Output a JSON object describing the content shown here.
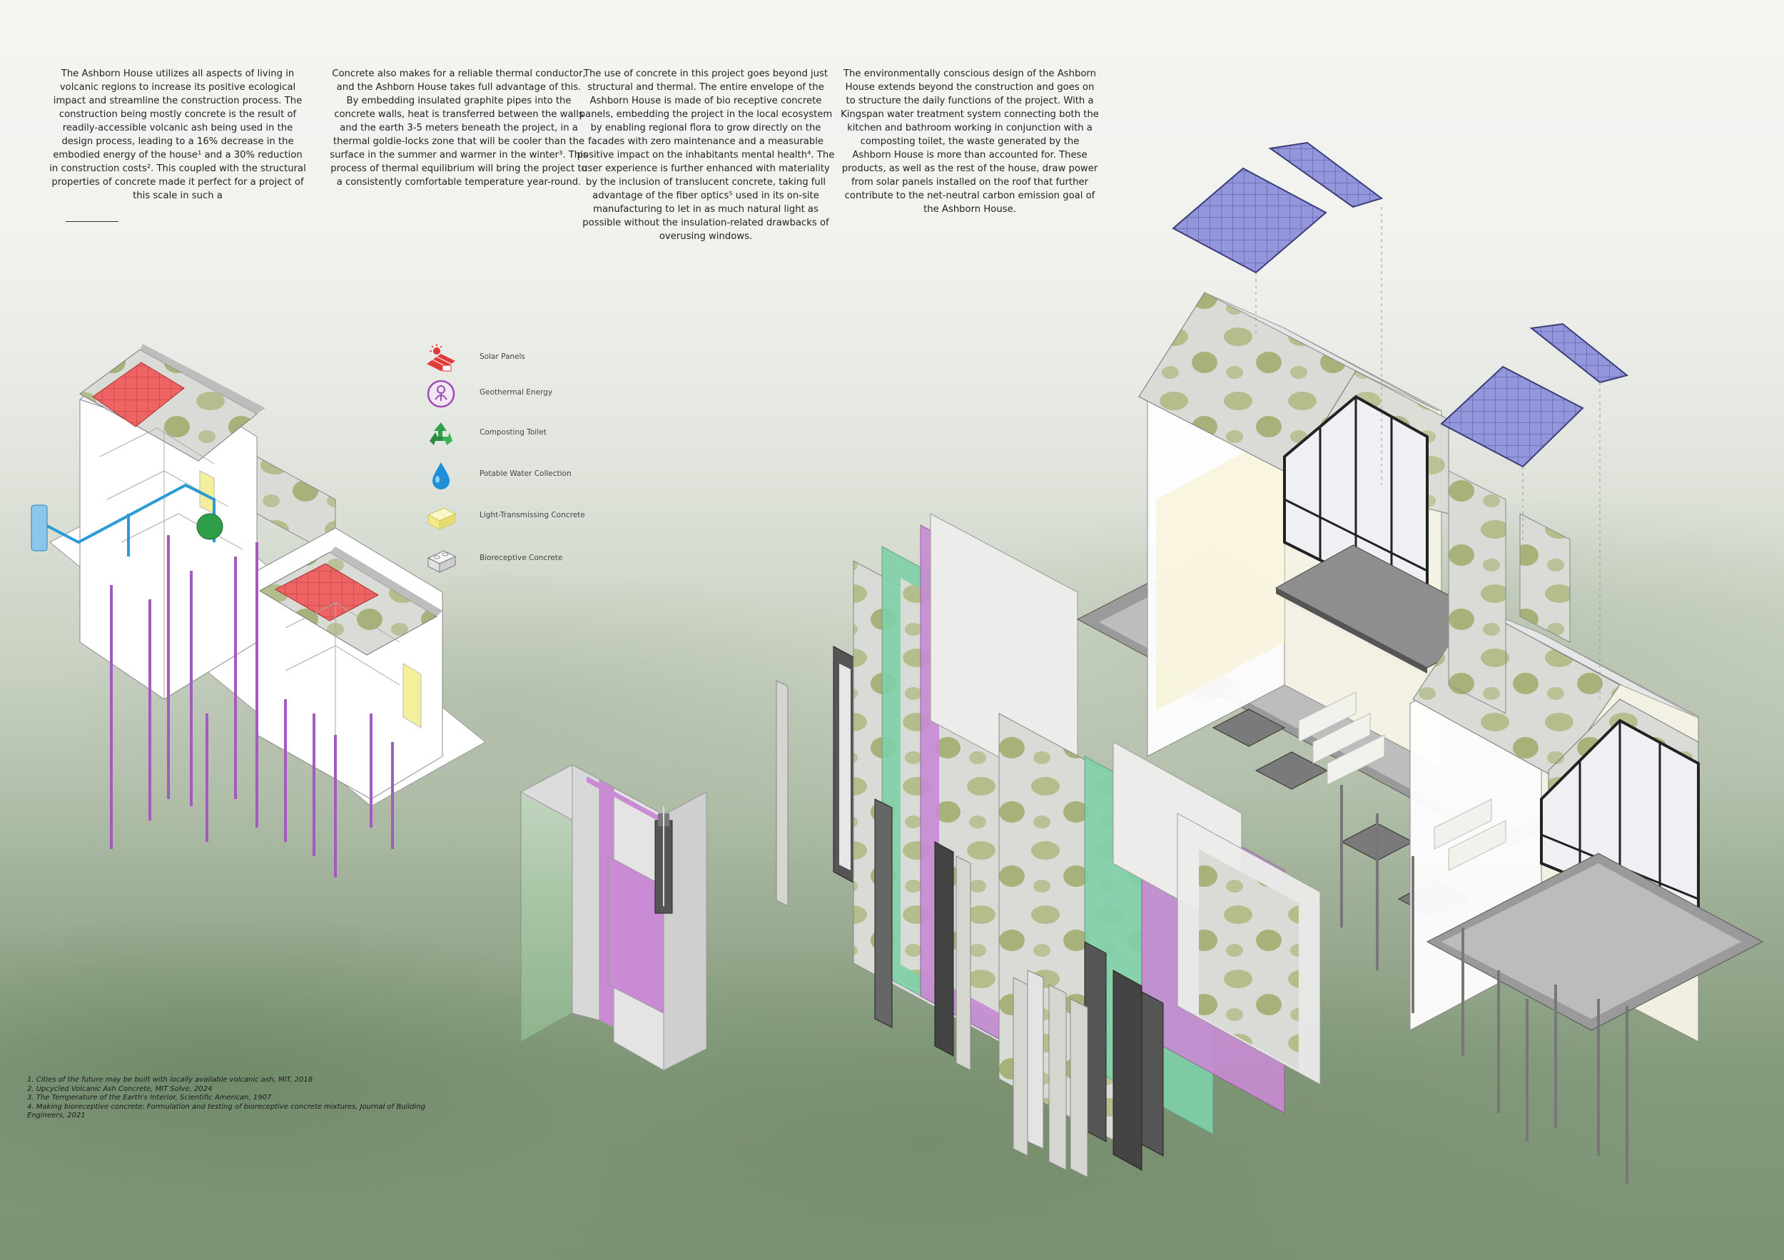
{
  "paragraphs": [
    "The Ashborn House utilizes all aspects of living in volcanic regions to increase its positive ecological impact and streamline the construction process. The construction being mostly concrete is the result of readily-accessible volcanic ash being used in the design process, leading to a 16% decrease in the embodied energy of the house¹ and a 30% reduction in construction costs². This coupled with the structural properties of concrete made it perfect for a project of this scale in such a",
    "Concrete also makes for a reliable thermal conductor, and the Ashborn House takes full advantage of this. By embedding insulated graphite pipes into the concrete walls, heat is transferred between the walls and the earth 3-5 meters beneath the project, in a thermal goldie-locks zone that will be cooler than the surface in the summer and warmer in the winter³. This process of thermal equilibrium will bring the project to a consistently comfortable temperature year-round.",
    "The use of concrete in this project goes beyond just structural and thermal. The entire envelope of the Ashborn House is made of bio receptive concrete panels, embedding the project in the local ecosystem by enabling regional flora to grow directly on the facades with zero maintenance and a measurable positive impact on the inhabitants mental health⁴. The user experience is further enhanced with materiality by the inclusion of translucent concrete, taking full advantage of the fiber optics⁵ used in its on-site manufacturing to let in as much natural light as possible without the insulation-related drawbacks of overusing windows.",
    "The environmentally conscious design of the Ashborn House extends beyond the construction and goes on to structure the daily functions of the project. With a Kingspan water treatment system connecting both the kitchen and bathroom working in conjunction with a composting toilet, the waste generated by the Ashborn House is more than accounted for. These products, as well as the rest of the house, draw power from solar panels installed on the roof that further contribute to the net-neutral carbon emission goal of the Ashborn House."
  ],
  "legend": [
    {
      "label": "Solar Panels",
      "icon": "solar-roof-icon",
      "color": "#e03a3a"
    },
    {
      "label": "Geothermal Energy",
      "icon": "geothermal-icon",
      "color": "#9b4db0"
    },
    {
      "label": "Composting Toilet",
      "icon": "recycle-icon",
      "color": "#2fa14a"
    },
    {
      "label": "Potable Water Collection",
      "icon": "water-drop-icon",
      "color": "#1e8fd6"
    },
    {
      "label": "Light-Transmissing Concrete",
      "icon": "translucent-block-icon",
      "color": "#f2ea8a"
    },
    {
      "label": "Bioreceptive Concrete",
      "icon": "concrete-block-icon",
      "color": "#e8e8e8"
    }
  ],
  "references": [
    "1. Cities of the future may be built with locally available volcanic ash, MIT, 2018",
    "2. Upcycled Volcanic Ash Concrete, MIT Solve, 2024",
    "3. The Temperature of the Earth's Interior, Scientific American, 1907",
    "4. Making bioreceptive concrete: Formulation and testing of bioreceptive concrete mixtures, Journal of Building Engineers, 2021"
  ],
  "colors": {
    "solar_red": "#e8585a",
    "geothermal_purple": "#a35bbf",
    "water_blue": "#2a9ad8",
    "panel_green": "#7fd1a8",
    "panel_pink": "#c77ad0",
    "solar_blue": "#8c8fd6",
    "moss": "#a9b879"
  }
}
